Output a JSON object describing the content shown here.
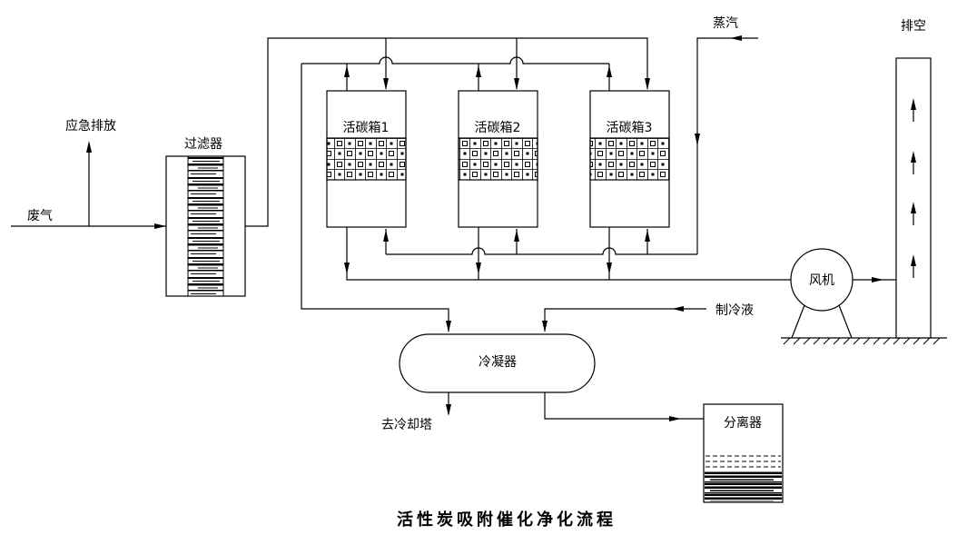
{
  "diagram": {
    "title": "活性炭吸附催化净化流程",
    "labels": {
      "waste_gas": "废气",
      "emergency_discharge": "应急排放",
      "filter": "过滤器",
      "carbon_box_1": "活碳箱1",
      "carbon_box_2": "活碳箱2",
      "carbon_box_3": "活碳箱3",
      "steam": "蒸汽",
      "vent": "排空",
      "fan": "风机",
      "refrigerant": "制冷液",
      "condenser": "冷凝器",
      "to_cooling_tower": "去冷却塔",
      "separator": "分离器"
    },
    "colors": {
      "line": "#000000",
      "background": "#ffffff"
    }
  }
}
